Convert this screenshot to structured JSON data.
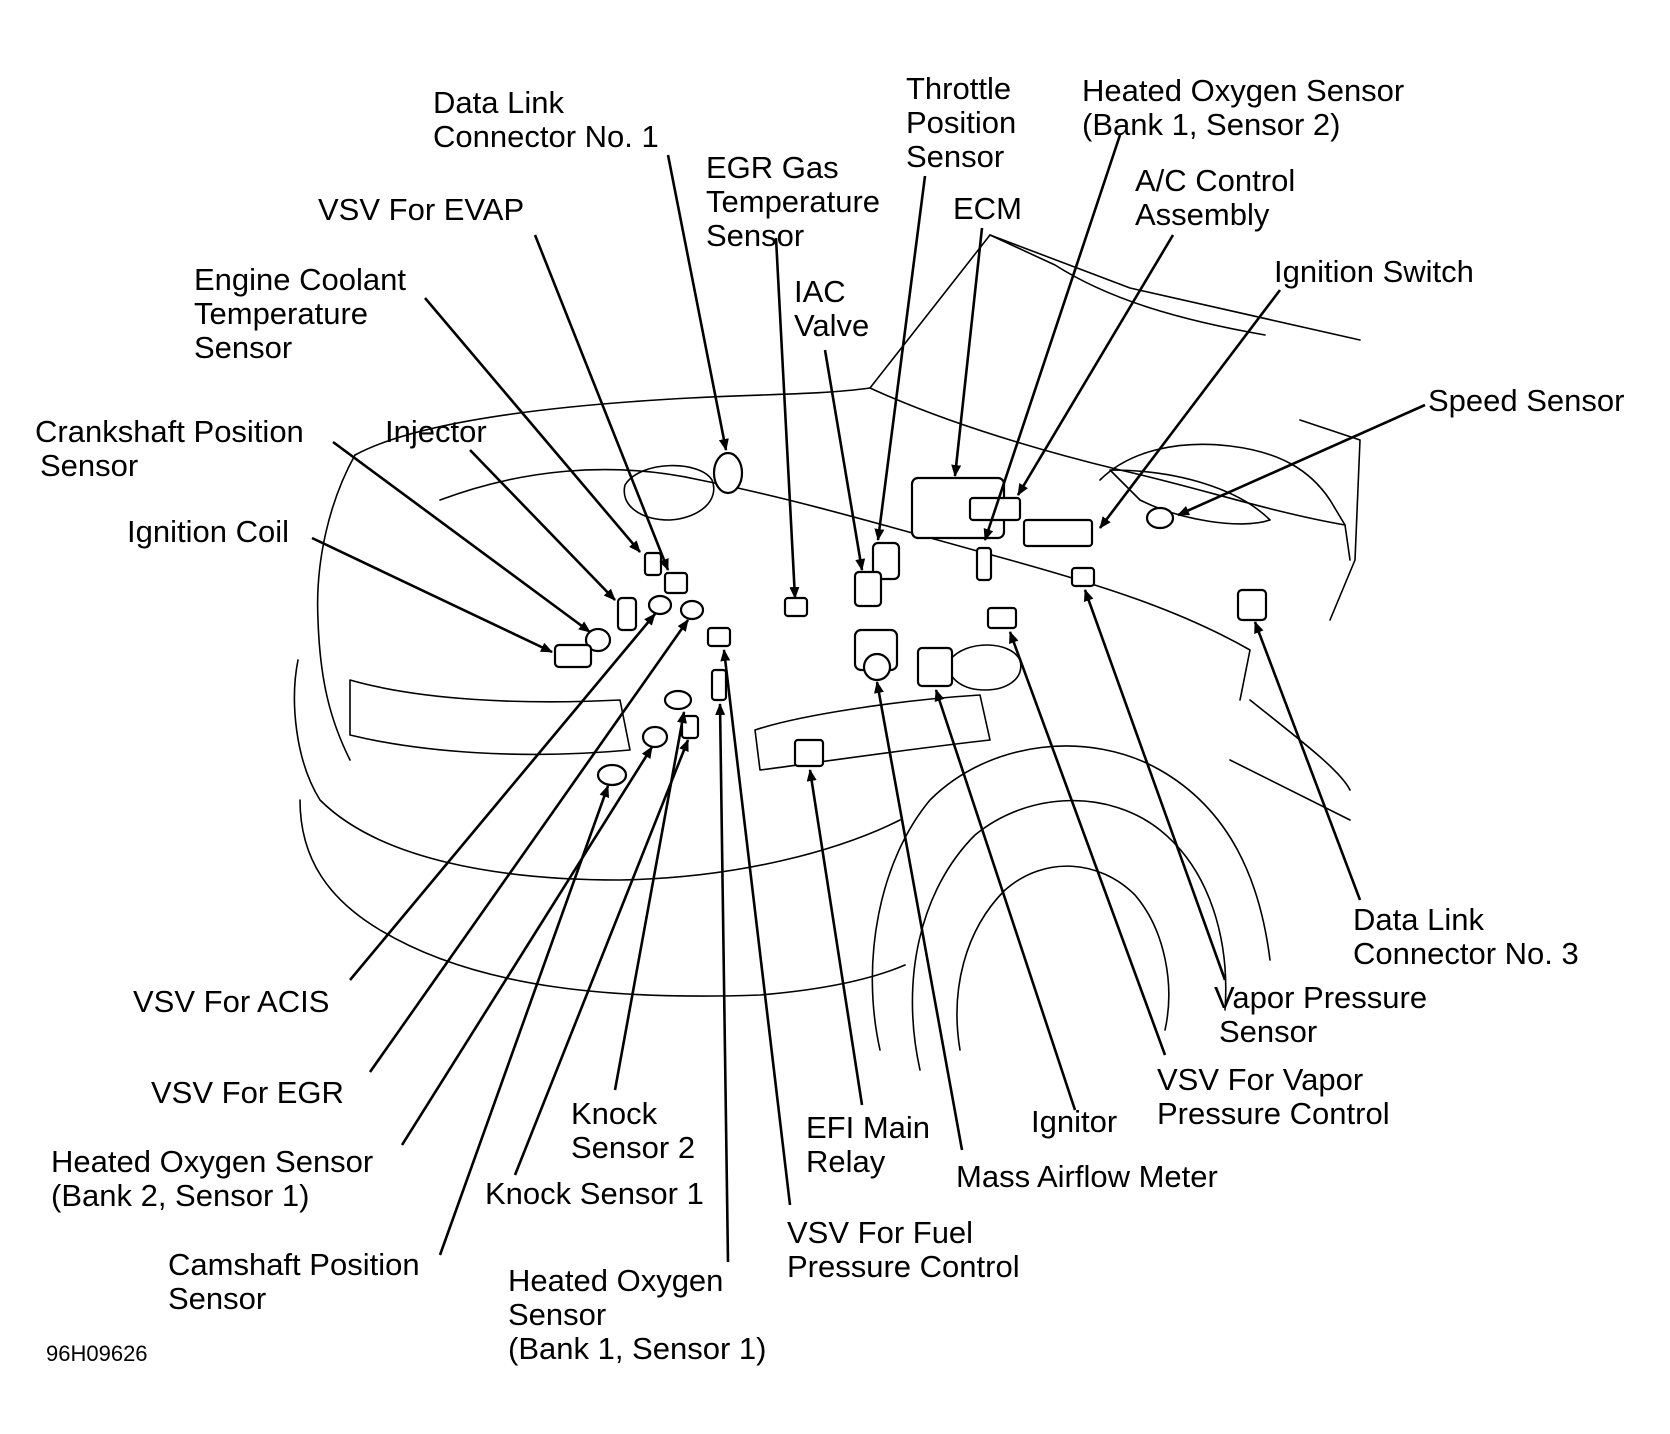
{
  "diagram": {
    "code": "96H09626",
    "labels": {
      "data_link_connector_1": [
        "Data Link",
        "Connector No. 1"
      ],
      "throttle_position_sensor": [
        "Throttle",
        "Position",
        "Sensor"
      ],
      "heated_oxygen_sensor_b1s2": [
        "Heated Oxygen Sensor",
        "(Bank 1, Sensor 2)"
      ],
      "egr_gas_temperature_sensor": [
        "EGR Gas",
        "Temperature",
        "Sensor"
      ],
      "vsv_for_evap": [
        "VSV For EVAP"
      ],
      "ecm": [
        "ECM"
      ],
      "ac_control_assembly": [
        "A/C Control",
        "Assembly"
      ],
      "engine_coolant_temperature_sensor": [
        "Engine Coolant",
        "Temperature",
        "Sensor"
      ],
      "ignition_switch": [
        "Ignition Switch"
      ],
      "iac_valve": [
        "IAC",
        "Valve"
      ],
      "speed_sensor": [
        "Speed Sensor"
      ],
      "crankshaft_position_sensor": [
        "Crankshaft Position",
        "Sensor"
      ],
      "injector": [
        "Injector"
      ],
      "ignition_coil": [
        "Ignition Coil"
      ],
      "data_link_connector_3": [
        "Data Link",
        "Connector No. 3"
      ],
      "vsv_for_acis": [
        "VSV For ACIS"
      ],
      "vapor_pressure_sensor": [
        "Vapor Pressure",
        "Sensor"
      ],
      "vsv_for_egr": [
        "VSV For EGR"
      ],
      "vsv_for_vapor_pressure_control": [
        "VSV For Vapor",
        "Pressure Control"
      ],
      "knock_sensor_2": [
        "Knock",
        "Sensor 2"
      ],
      "efi_main_relay": [
        "EFI Main",
        "Relay"
      ],
      "ignitor": [
        "Ignitor"
      ],
      "heated_oxygen_sensor_b2s1": [
        "Heated Oxygen Sensor",
        "(Bank 2, Sensor 1)"
      ],
      "mass_airflow_meter": [
        "Mass Airflow Meter"
      ],
      "knock_sensor_1": [
        "Knock Sensor 1"
      ],
      "camshaft_position_sensor": [
        "Camshaft Position",
        "Sensor"
      ],
      "vsv_for_fuel_pressure_control": [
        "VSV For Fuel",
        "Pressure Control"
      ],
      "heated_oxygen_sensor_b1s1": [
        "Heated Oxygen",
        "Sensor",
        "(Bank 1, Sensor 1)"
      ]
    }
  }
}
